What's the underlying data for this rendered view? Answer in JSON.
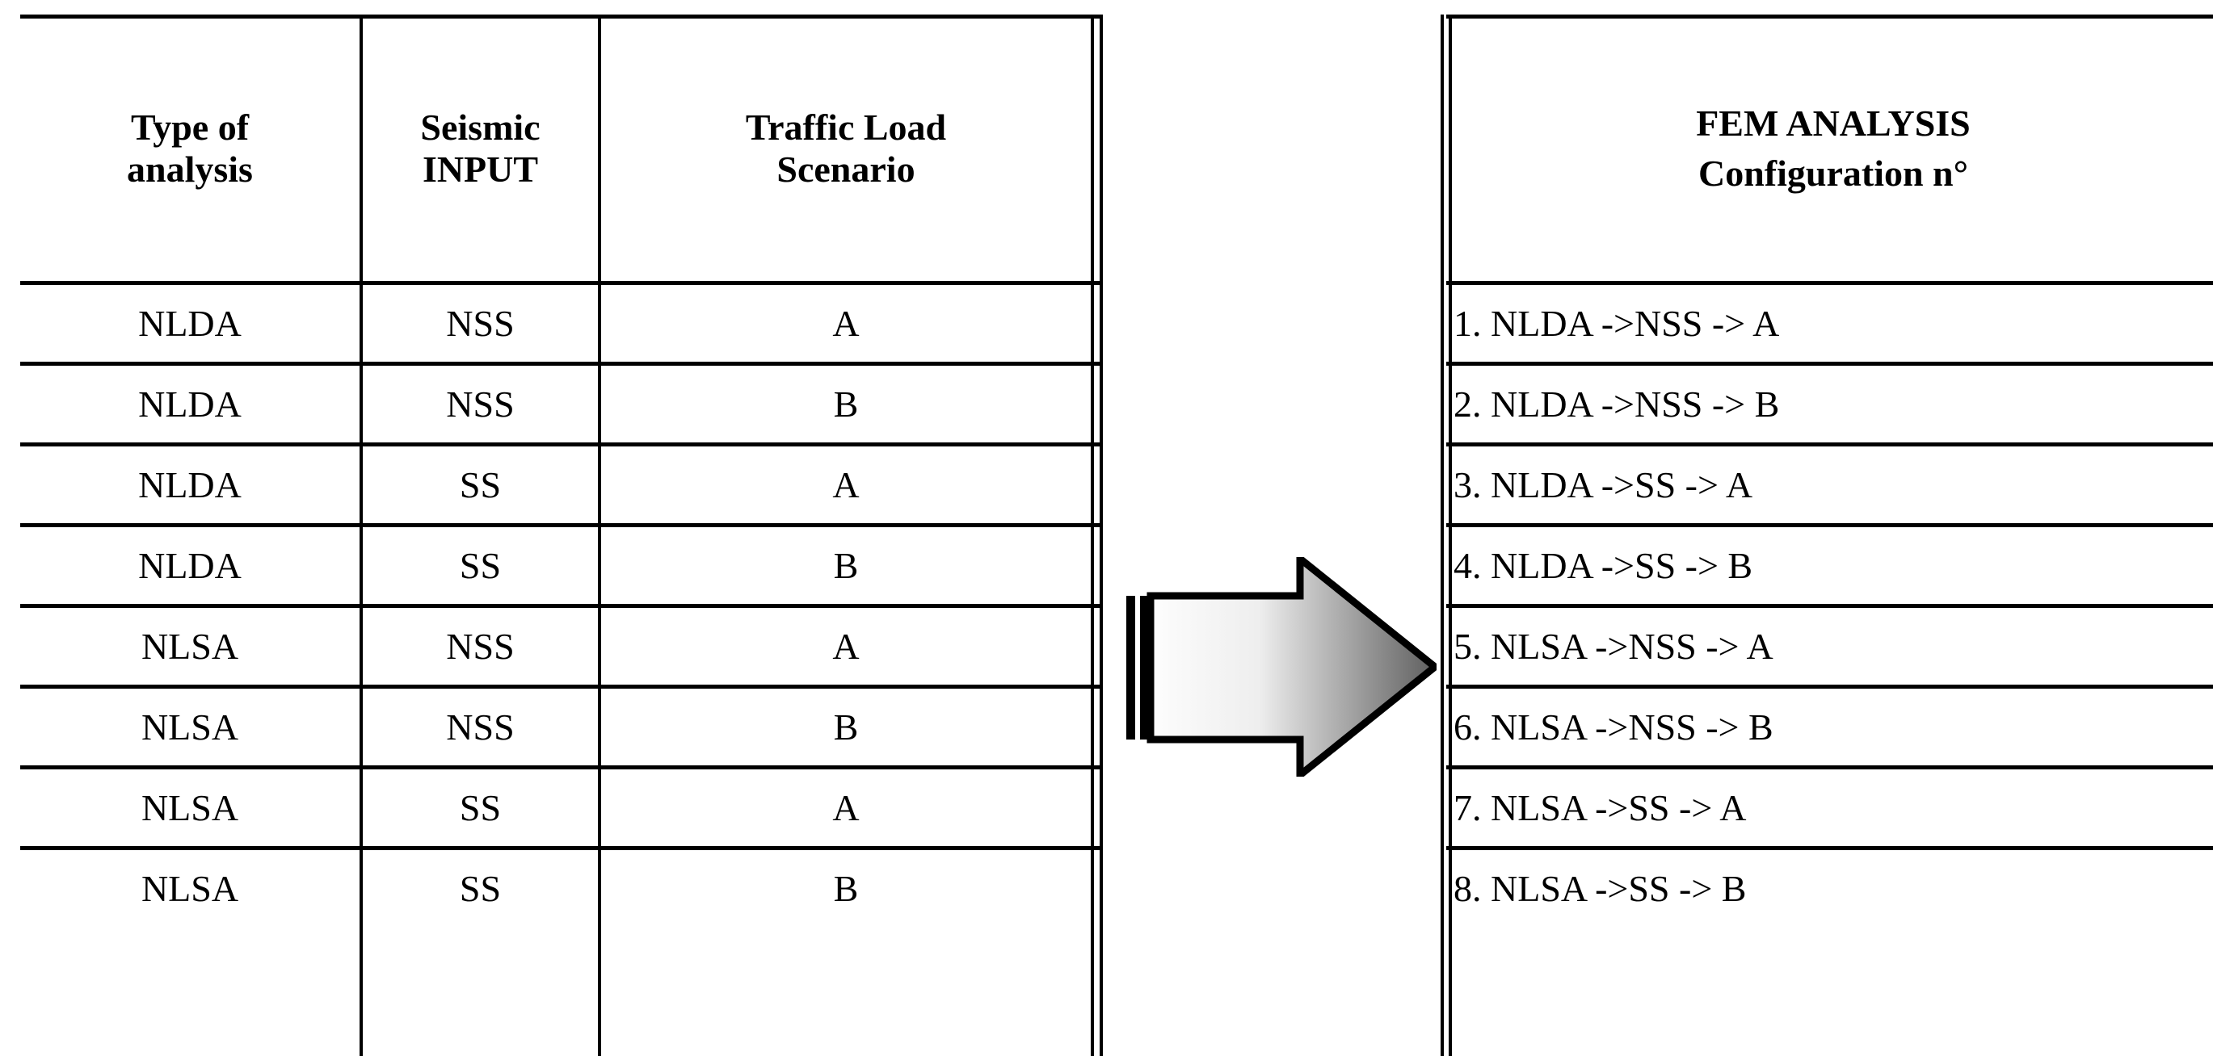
{
  "left_table": {
    "headers": [
      {
        "line1": "Type of",
        "line2": "analysis"
      },
      {
        "line1": "Seismic",
        "line2": "INPUT"
      },
      {
        "line1": "Traffic Load",
        "line2": "Scenario"
      }
    ],
    "rows": [
      {
        "type_of_analysis": "NLDA",
        "seismic_input": "NSS",
        "traffic_load_scenario": "A"
      },
      {
        "type_of_analysis": "NLDA",
        "seismic_input": "NSS",
        "traffic_load_scenario": "B"
      },
      {
        "type_of_analysis": "NLDA",
        "seismic_input": "SS",
        "traffic_load_scenario": "A"
      },
      {
        "type_of_analysis": "NLDA",
        "seismic_input": "SS",
        "traffic_load_scenario": "B"
      },
      {
        "type_of_analysis": "NLSA",
        "seismic_input": "NSS",
        "traffic_load_scenario": "A"
      },
      {
        "type_of_analysis": "NLSA",
        "seismic_input": "NSS",
        "traffic_load_scenario": "B"
      },
      {
        "type_of_analysis": "NLSA",
        "seismic_input": "SS",
        "traffic_load_scenario": "A"
      },
      {
        "type_of_analysis": "NLSA",
        "seismic_input": "SS",
        "traffic_load_scenario": "B"
      }
    ]
  },
  "arrow": {
    "icon": "right-arrow-icon",
    "direction": "right",
    "fill_start": "#fdfdfd",
    "fill_end": "#5f5f5f",
    "outline": "#000000"
  },
  "right_table": {
    "header": {
      "line1": "FEM ANALYSIS",
      "line2": "Configuration n°"
    },
    "rows": [
      {
        "label": "1. NLDA ->NSS -> A"
      },
      {
        "label": "2. NLDA ->NSS -> B"
      },
      {
        "label": "3. NLDA ->SS -> A"
      },
      {
        "label": "4. NLDA ->SS -> B"
      },
      {
        "label": "5. NLSA ->NSS -> A"
      },
      {
        "label": "6. NLSA ->NSS -> B"
      },
      {
        "label": "7. NLSA ->SS -> A"
      },
      {
        "label": "8. NLSA ->SS -> B"
      }
    ]
  }
}
